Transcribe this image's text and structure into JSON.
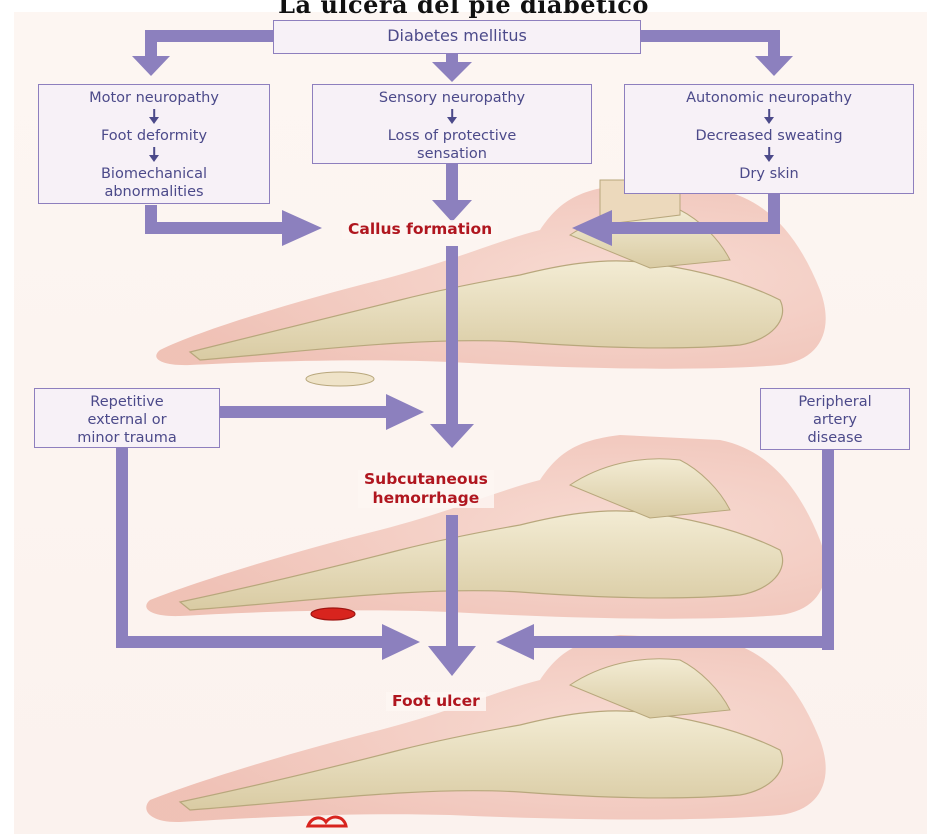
{
  "title": "La úlcera del pie diabético",
  "root": {
    "label": "Diabetes mellitus"
  },
  "branches": {
    "motor": {
      "title": "Motor neuropathy",
      "step1": "Foot deformity",
      "step2_line1": "Biomechanical",
      "step2_line2": "abnormalities"
    },
    "sensory": {
      "title": "Sensory neuropathy",
      "step1_line1": "Loss of protective",
      "step1_line2": "sensation"
    },
    "autonomic": {
      "title": "Autonomic neuropathy",
      "step1": "Decreased sweating",
      "step2": "Dry skin"
    }
  },
  "stages": {
    "callus": "Callus formation",
    "hemorrhage_line1": "Subcutaneous",
    "hemorrhage_line2": "hemorrhage",
    "ulcer": "Foot ulcer"
  },
  "factors": {
    "trauma": {
      "line1": "Repetitive",
      "line2": "external or",
      "line3": "minor trauma"
    },
    "pad": {
      "line1": "Peripheral",
      "line2": "artery",
      "line3": "disease"
    }
  },
  "colors": {
    "arrow": "#8c80be",
    "box_border": "#8e7fbe",
    "box_text": "#4c4a8a",
    "stage_text": "#b0161f",
    "skin": "#f2c7bc",
    "bone": "#e9dfbf",
    "wound": "#d8241e"
  }
}
